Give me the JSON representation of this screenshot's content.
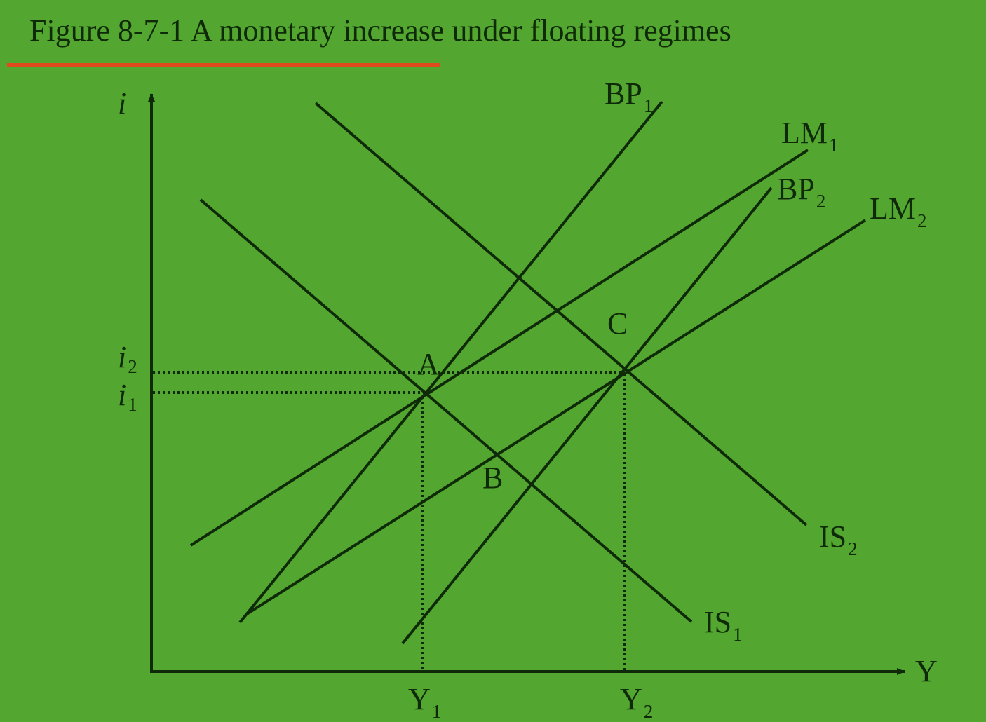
{
  "title": "Figure 8-7-1 A monetary increase under floating regimes",
  "colors": {
    "background": "#53a630",
    "ink": "#0f2a08",
    "title_underline": "#e04a1c"
  },
  "axes": {
    "y_label": "i",
    "x_label": "Y"
  },
  "curves": {
    "bp1": {
      "name": "BP",
      "sub": "1"
    },
    "bp2": {
      "name": "BP",
      "sub": "2"
    },
    "lm1": {
      "name": "LM",
      "sub": "1"
    },
    "lm2": {
      "name": "LM",
      "sub": "2"
    },
    "is1": {
      "name": "IS",
      "sub": "1"
    },
    "is2": {
      "name": "IS",
      "sub": "2"
    }
  },
  "points": {
    "a": "A",
    "b": "B",
    "c": "C"
  },
  "ticks": {
    "i2": {
      "name": "i",
      "sub": "2"
    },
    "i1": {
      "name": "i",
      "sub": "1"
    },
    "y1": {
      "name": "Y",
      "sub": "1"
    },
    "y2": {
      "name": "Y",
      "sub": "2"
    }
  }
}
